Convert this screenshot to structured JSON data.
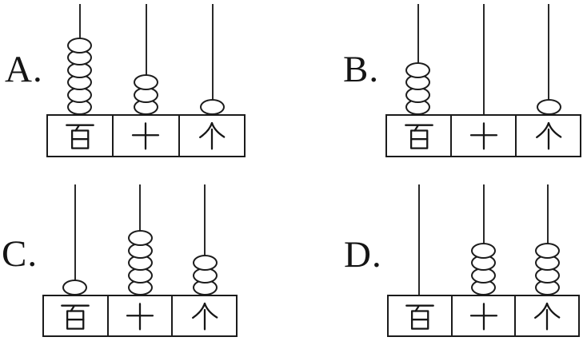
{
  "options": [
    {
      "label": "A.",
      "columns": [
        {
          "place": "百",
          "beads": 6
        },
        {
          "place": "十",
          "beads": 3
        },
        {
          "place": "个",
          "beads": 1
        }
      ]
    },
    {
      "label": "B.",
      "columns": [
        {
          "place": "百",
          "beads": 4
        },
        {
          "place": "十",
          "beads": 0
        },
        {
          "place": "个",
          "beads": 1
        }
      ]
    },
    {
      "label": "C.",
      "columns": [
        {
          "place": "百",
          "beads": 1
        },
        {
          "place": "十",
          "beads": 5
        },
        {
          "place": "个",
          "beads": 3
        }
      ]
    },
    {
      "label": "D.",
      "columns": [
        {
          "place": "百",
          "beads": 0
        },
        {
          "place": "十",
          "beads": 4
        },
        {
          "place": "个",
          "beads": 4
        }
      ]
    }
  ],
  "ink_color": "#1b1b1b"
}
